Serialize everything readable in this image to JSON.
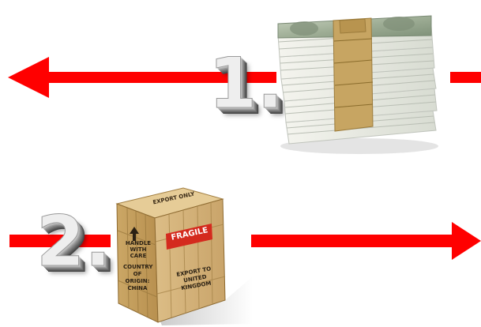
{
  "steps": [
    {
      "number": "1.",
      "direction": "left"
    },
    {
      "number": "2.",
      "direction": "right"
    }
  ],
  "crate": {
    "label_top": "EXPORT ONLY",
    "label_handle": "HANDLE WITH CARE",
    "label_origin": "COUNTRY OF ORIGIN: CHINA",
    "label_fragile": "FRAGILE",
    "label_dest": "EXPORT TO UNITED KINGDOM"
  },
  "colors": {
    "arrow": "#ff0000",
    "wood": "#d9b77a",
    "fragile": "#d42a1e",
    "money": "#9fae96"
  },
  "icons": [
    "money-stack-icon",
    "wooden-crate-icon",
    "left-arrow-icon",
    "right-arrow-icon"
  ]
}
